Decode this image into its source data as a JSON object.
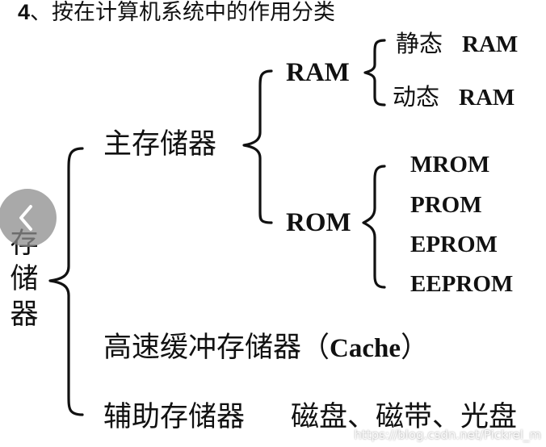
{
  "title": {
    "number": "4",
    "text": "、按在计算机系统中的作用分类"
  },
  "root": {
    "chars": [
      "存",
      "储",
      "器"
    ]
  },
  "main_memory": {
    "label": "主存储器"
  },
  "ram": {
    "label": "RAM",
    "items": [
      {
        "cn": "静态",
        "en": "RAM"
      },
      {
        "cn": "动态",
        "en": "RAM"
      }
    ]
  },
  "rom": {
    "label": "ROM",
    "items": [
      "MROM",
      "PROM",
      "EPROM",
      "EEPROM"
    ]
  },
  "cache": {
    "cn": "高速缓冲存储器",
    "open": "（",
    "en": "Cache",
    "close": "）"
  },
  "aux": {
    "label": "辅助存储器",
    "examples": "磁盘、磁带、光盘"
  },
  "watermark": "https://blog.csdn.net/Pickrel_m",
  "colors": {
    "text": "#111111",
    "nav_button": "#8c8c8c"
  },
  "icons": {
    "nav": "chevron-left-icon"
  }
}
